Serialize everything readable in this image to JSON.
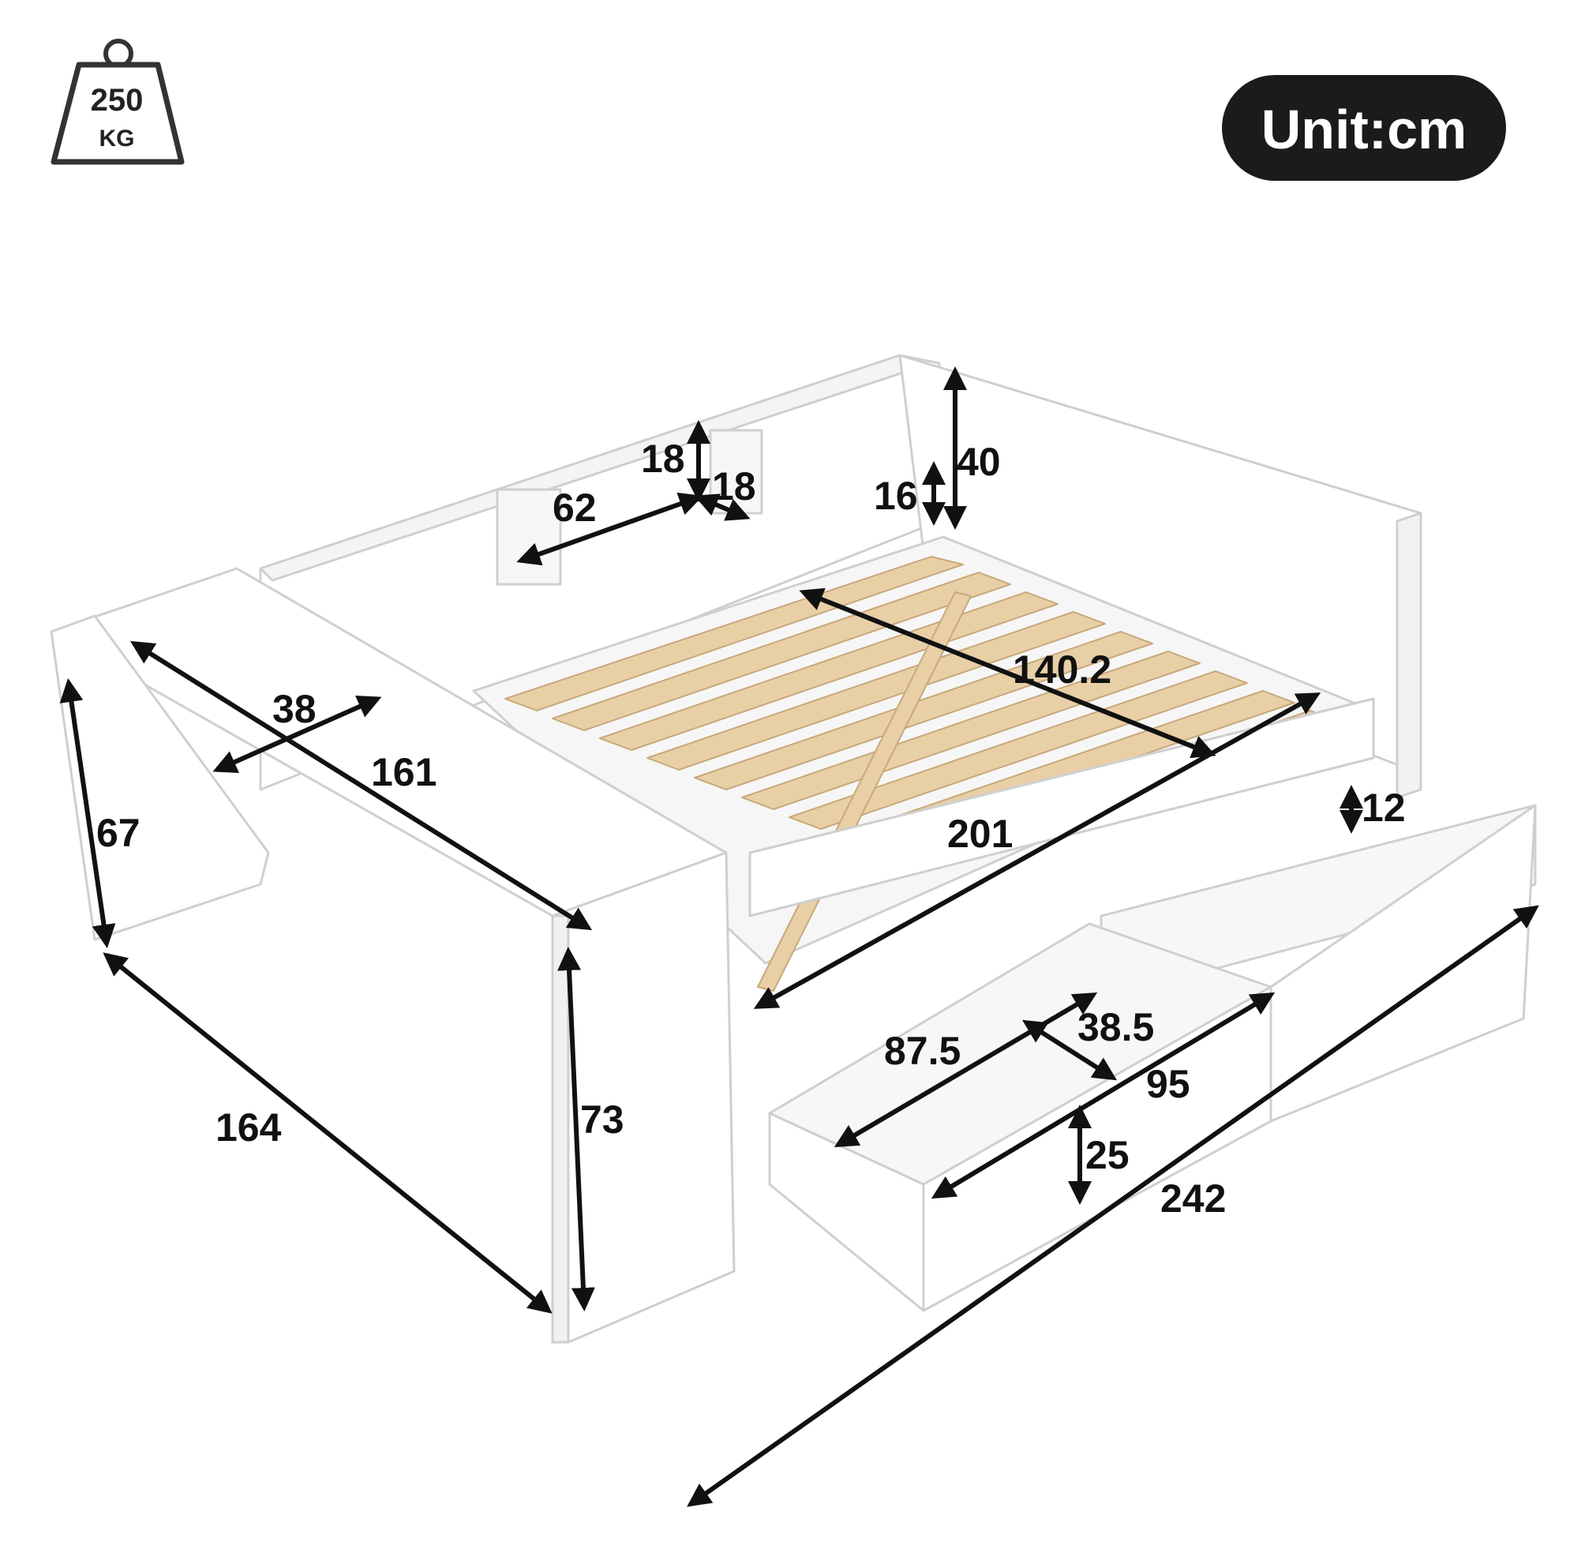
{
  "weight_badge": {
    "value": "250",
    "unit": "KG"
  },
  "unit_badge": {
    "label": "Unit:cm"
  },
  "dimensions": {
    "headboard_shelf_width": "62",
    "shelf_height": "18",
    "shelf_depth": "18",
    "backrest_height": "40",
    "backrest_lower": "16",
    "slat_width": "140.2",
    "side_unit_depth": "38",
    "side_unit_length": "161",
    "side_unit_height": "67",
    "overall_width": "164",
    "front_height": "73",
    "bed_length": "201",
    "drawer_side_height": "12",
    "drawer_inner_length": "87.5",
    "drawer_inner_width": "38.5",
    "drawer_outer_length": "95",
    "drawer_height": "25",
    "overall_length": "242"
  },
  "colors": {
    "furniture": "#ffffff",
    "outline": "#cfcfcf",
    "wood": "#e8cfa6",
    "ink": "#111111",
    "badge": "#1b1b1b"
  }
}
